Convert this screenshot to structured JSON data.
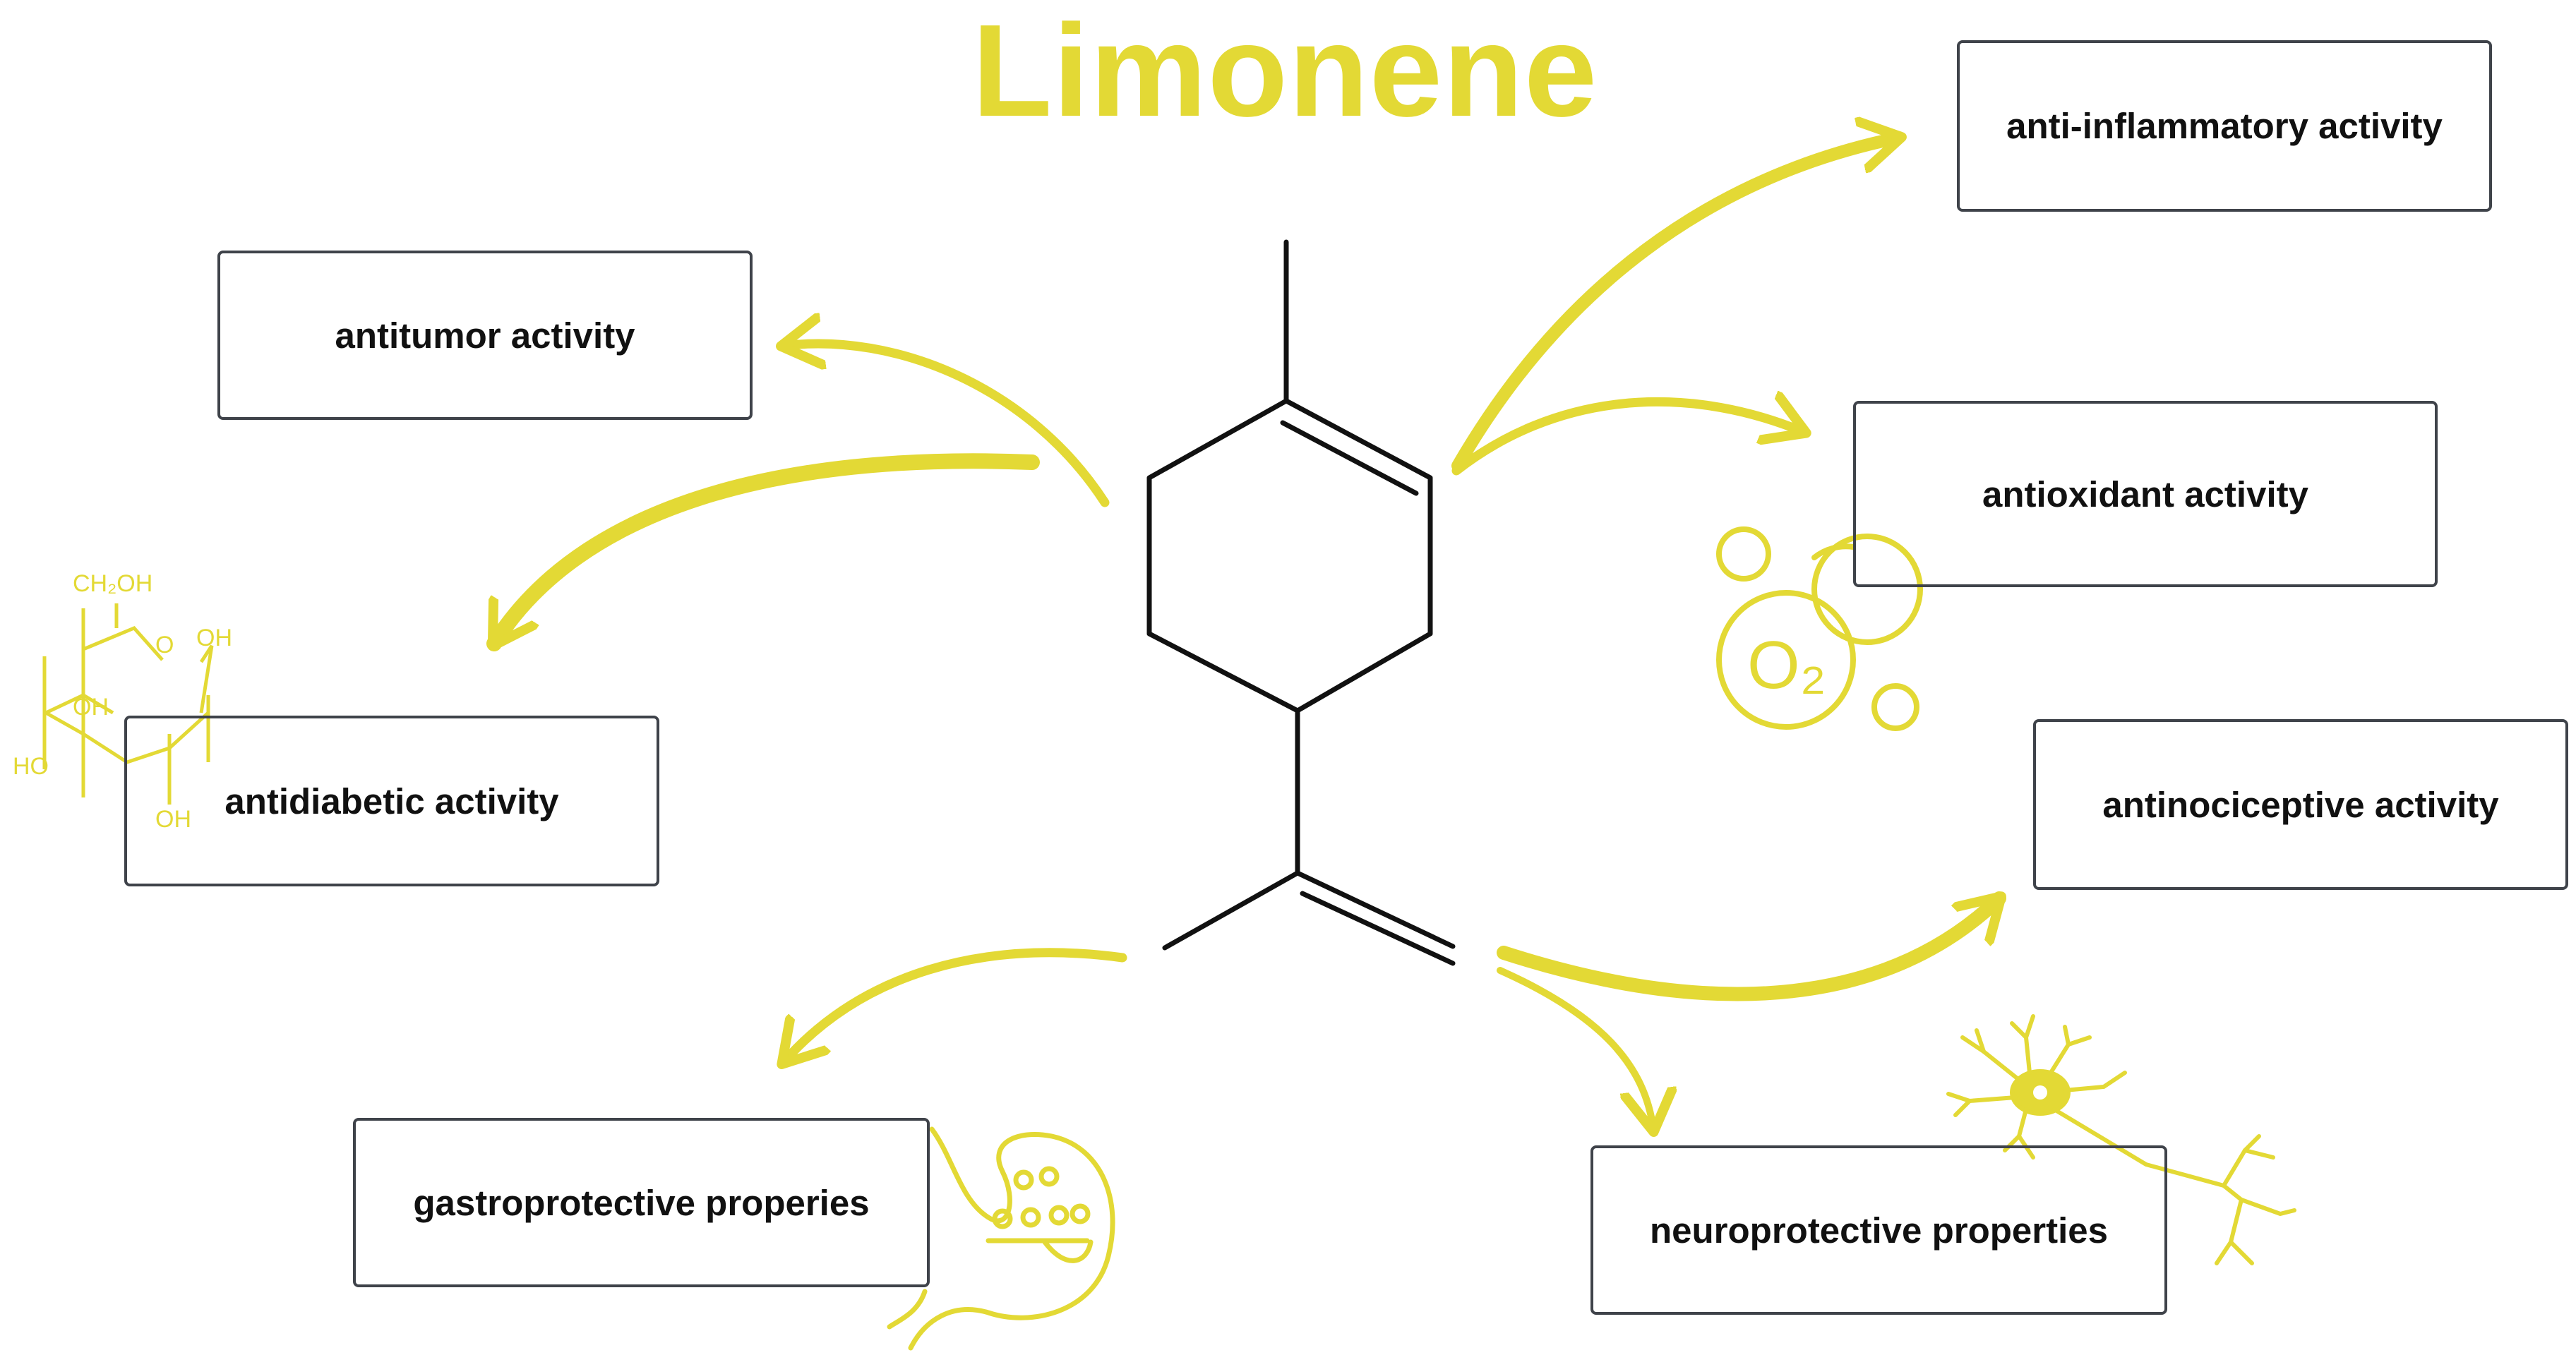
{
  "title": "Limonene",
  "activities": {
    "anti_inflammatory": "anti-inflammatory activity",
    "antitumor": "antitumor activity",
    "antioxidant": "antioxidant activity",
    "antidiabetic": "antidiabetic activity",
    "antinociceptive": "antinociceptive activity",
    "gastroprotective": "gastroprotective properies",
    "neuroprotective": "neuroprotective properties"
  },
  "glucose_labels": {
    "ch2oh": "CH₂OH",
    "ring_o": "O",
    "oh_1": "OH",
    "oh_2": "OH",
    "oh_3": "OH",
    "ho": "HO"
  },
  "oxygen_label": "O₂",
  "colors": {
    "accent_yellow": "#e3d935",
    "box_border": "#3f434a",
    "structure_black": "#111111"
  },
  "icons": [
    "limonene-structure-icon",
    "glucose-icon",
    "oxygen-bubbles-icon",
    "stomach-icon",
    "neuron-icon"
  ]
}
